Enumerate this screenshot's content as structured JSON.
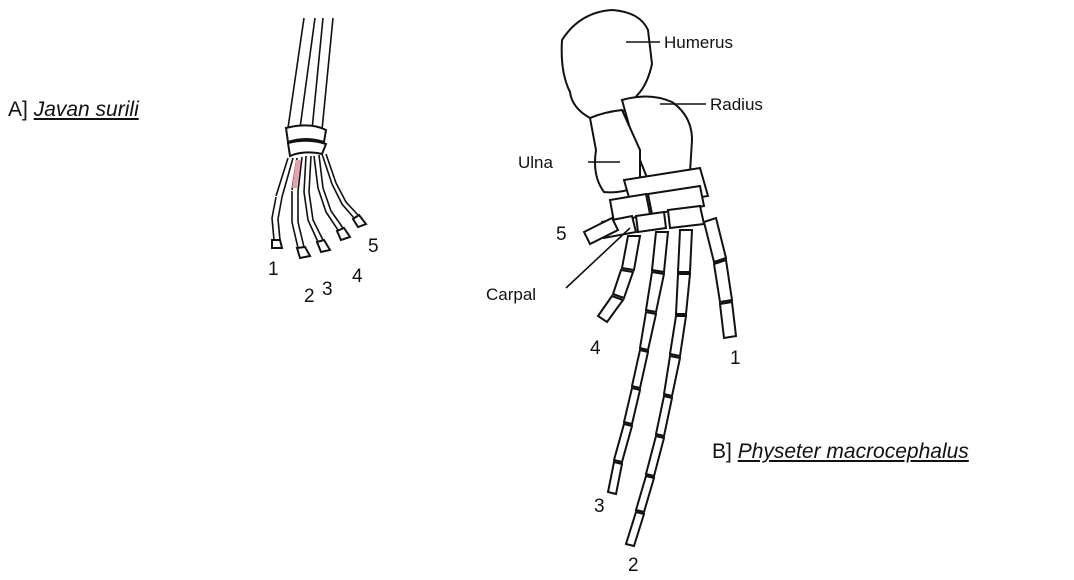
{
  "panel_a": {
    "prefix": "A]",
    "species": "Javan surili",
    "digit_labels": [
      "1",
      "2",
      "3",
      "4",
      "5"
    ]
  },
  "panel_b": {
    "prefix": "B]",
    "species": "Physeter macrocephalus",
    "bone_labels": {
      "humerus": "Humerus",
      "radius": "Radius",
      "ulna": "Ulna",
      "carpal": "Carpal"
    },
    "digit_labels": [
      "1",
      "2",
      "3",
      "4",
      "5"
    ]
  },
  "colors": {
    "highlight": "#e8a0a8",
    "line": "#111111"
  }
}
